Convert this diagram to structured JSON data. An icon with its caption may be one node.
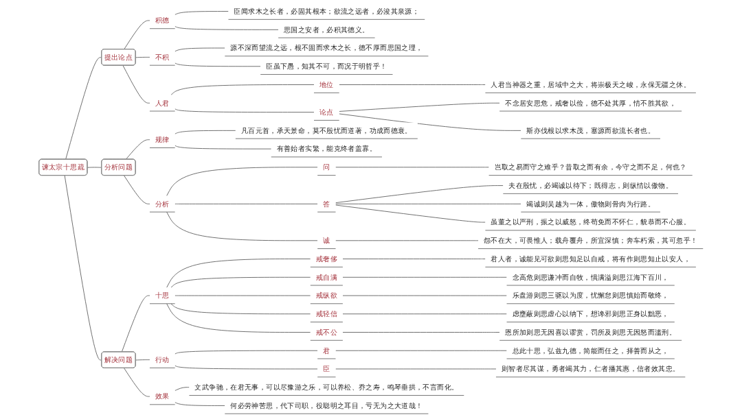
{
  "diagram": {
    "nodes": [
      {
        "text": [
          "谏太宗十思疏"
        ]
      },
      {
        "text": [
          "提出论点"
        ]
      },
      {
        "text": [
          "积德"
        ]
      },
      {
        "text": [
          "臣闻求木之长者，必固其根本；欲流之远者，必浚其泉源；"
        ]
      },
      {
        "text": [
          "思国之安者，必积其德义。"
        ]
      },
      {
        "text": [
          "不积"
        ]
      },
      {
        "text": [
          "源不深而望流之远，根不固而求木之长，德不厚而思国之理，"
        ]
      },
      {
        "text": [
          "臣虽下愚，知其不可，而况于明哲乎！"
        ]
      },
      {
        "text": [
          "人君"
        ]
      },
      {
        "text": [
          "地位"
        ]
      },
      {
        "text": [
          "人君当神器之重，居域中之大，将崇极天之峻，永保无疆之休。"
        ]
      },
      {
        "text": [
          "论点"
        ]
      },
      {
        "text": [
          "不念居安思危，戒奢以俭，德不处其厚，情不胜其欲，"
        ]
      },
      {
        "text": [
          "斯亦伐根以求木茂，塞源而欲流长者也。"
        ]
      },
      {
        "text": [
          "分析问题"
        ]
      },
      {
        "text": [
          "规律"
        ]
      },
      {
        "text": [
          "凡百元首，承天景命，莫不殷忧而道著，功成而德衰。"
        ]
      },
      {
        "text": [
          "有善始者实繁，能克终者盖寡。"
        ]
      },
      {
        "text": [
          "分析"
        ]
      },
      {
        "text": [
          "问"
        ]
      },
      {
        "text": [
          "岂取之易而守之难乎？昔取之而有余，今守之而不足，何也？"
        ]
      },
      {
        "text": [
          "答"
        ]
      },
      {
        "text": [
          "夫在殷忧，必竭诚以待下；既得志，则纵情以傲物。"
        ]
      },
      {
        "text": [
          "竭诚则吴越为一体，傲物则骨肉为行路。"
        ]
      },
      {
        "text": [
          "虽董之以严刑，振之以威怒，终苟免而不怀仁，貌恭而不心服。"
        ]
      },
      {
        "text": [
          "诚"
        ]
      },
      {
        "text": [
          "怨不在大，可畏惟人；载舟覆舟，所宜深慎；奔车朽索，其可忽乎！"
        ]
      },
      {
        "text": [
          "解决问题"
        ]
      },
      {
        "text": [
          "十思"
        ]
      },
      {
        "text": [
          "戒奢侈"
        ]
      },
      {
        "text": [
          "君人者，诚能见可欲则思知足以自戒，将有作则思知止以安人，"
        ]
      },
      {
        "text": [
          "戒自满"
        ]
      },
      {
        "text": [
          "念高危则思谦冲而自牧，惧满溢则思江海下百川，"
        ]
      },
      {
        "text": [
          "戒纵欲"
        ]
      },
      {
        "text": [
          "乐盘游则思三驱以为度，忧懈怠则思慎始而敬终，"
        ]
      },
      {
        "text": [
          "戒轻信"
        ]
      },
      {
        "text": [
          "虑壅蔽则思虚心以纳下，想谗邪则思正身以黜恶，"
        ]
      },
      {
        "text": [
          "戒不公"
        ]
      },
      {
        "text": [
          "恩所加则思无因喜以谬赏，罚所及则思无因怒而滥刑。"
        ]
      },
      {
        "text": [
          "行动"
        ]
      },
      {
        "text": [
          "君"
        ]
      },
      {
        "text": [
          "总此十思，弘兹九德，简能而任之，择善而从之，"
        ]
      },
      {
        "text": [
          "臣"
        ]
      },
      {
        "text": [
          "则智者尽其谋，勇者竭其力，仁者播其惠，信者效其忠。"
        ]
      },
      {
        "text": [
          "效果"
        ]
      },
      {
        "text": [
          "文武争驰，在君无事，可以尽豫游之乐，可以养松、乔之寿，鸣琴垂拱，不言而化。"
        ]
      },
      {
        "text": [
          "何必劳神苦思，代下司职，役聪明之耳目，亏无为之大道哉！"
        ]
      }
    ],
    "edges": [
      {
        "from": 0,
        "to": 1,
        "arrow": "none"
      },
      {
        "from": 1,
        "to": 2,
        "arrow": "none"
      },
      {
        "from": 2,
        "to": 3,
        "arrow": "none"
      },
      {
        "from": 2,
        "to": 4,
        "arrow": "none"
      },
      {
        "from": 1,
        "to": 5,
        "arrow": "none"
      },
      {
        "from": 5,
        "to": 6,
        "arrow": "none"
      },
      {
        "from": 5,
        "to": 7,
        "arrow": "none"
      },
      {
        "from": 1,
        "to": 8,
        "arrow": "none"
      },
      {
        "from": 8,
        "to": 9,
        "arrow": "none"
      },
      {
        "from": 9,
        "to": 10,
        "arrow": "none"
      },
      {
        "from": 8,
        "to": 11,
        "arrow": "none"
      },
      {
        "from": 11,
        "to": 12,
        "arrow": "none"
      },
      {
        "from": 11,
        "to": 13,
        "arrow": "none"
      },
      {
        "from": 0,
        "to": 14,
        "arrow": "none"
      },
      {
        "from": 14,
        "to": 15,
        "arrow": "none"
      },
      {
        "from": 15,
        "to": 16,
        "arrow": "none"
      },
      {
        "from": 15,
        "to": 17,
        "arrow": "none"
      },
      {
        "from": 14,
        "to": 18,
        "arrow": "none"
      },
      {
        "from": 18,
        "to": 19,
        "arrow": "none"
      },
      {
        "from": 19,
        "to": 20,
        "arrow": "none"
      },
      {
        "from": 18,
        "to": 21,
        "arrow": "none"
      },
      {
        "from": 21,
        "to": 22,
        "arrow": "none"
      },
      {
        "from": 21,
        "to": 23,
        "arrow": "none"
      },
      {
        "from": 21,
        "to": 24,
        "arrow": "none"
      },
      {
        "from": 18,
        "to": 25,
        "arrow": "none"
      },
      {
        "from": 25,
        "to": 26,
        "arrow": "none"
      },
      {
        "from": 0,
        "to": 27,
        "arrow": "none"
      },
      {
        "from": 27,
        "to": 28,
        "arrow": "none"
      },
      {
        "from": 28,
        "to": 29,
        "arrow": "none"
      },
      {
        "from": 29,
        "to": 30,
        "arrow": "none"
      },
      {
        "from": 28,
        "to": 31,
        "arrow": "none"
      },
      {
        "from": 31,
        "to": 32,
        "arrow": "none"
      },
      {
        "from": 28,
        "to": 33,
        "arrow": "none"
      },
      {
        "from": 33,
        "to": 34,
        "arrow": "none"
      },
      {
        "from": 28,
        "to": 35,
        "arrow": "none"
      },
      {
        "from": 35,
        "to": 36,
        "arrow": "none"
      },
      {
        "from": 28,
        "to": 37,
        "arrow": "none"
      },
      {
        "from": 37,
        "to": 38,
        "arrow": "none"
      },
      {
        "from": 27,
        "to": 39,
        "arrow": "none"
      },
      {
        "from": 39,
        "to": 40,
        "arrow": "none"
      },
      {
        "from": 40,
        "to": 41,
        "arrow": "none"
      },
      {
        "from": 39,
        "to": 42,
        "arrow": "none"
      },
      {
        "from": 42,
        "to": 43,
        "arrow": "none"
      },
      {
        "from": 27,
        "to": 44,
        "arrow": "none"
      },
      {
        "from": 44,
        "to": 45,
        "arrow": "none"
      },
      {
        "from": 44,
        "to": 46,
        "arrow": "none"
      }
    ]
  }
}
